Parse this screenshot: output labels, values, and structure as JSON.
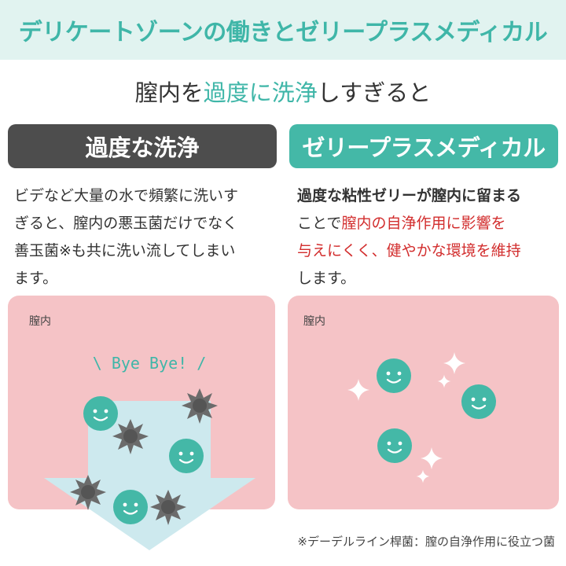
{
  "header": {
    "title": "デリケートゾーンの働きとゼリープラスメディカル"
  },
  "subtitle": {
    "prefix": "膣内を",
    "highlight": "過度に洗浄",
    "suffix": "しすぎると"
  },
  "left": {
    "label": "過度な洗浄",
    "lines": [
      "ビデなど大量の水で頻繁に洗いす",
      "ぎると、膣内の悪玉菌だけでなく",
      "善玉菌※も共に洗い流してしまい",
      "ます。"
    ],
    "panel_label": "膣内",
    "bye_text": "\\ Bye Bye! /"
  },
  "right": {
    "label": "ゼリープラスメディカル",
    "line1": "過度な粘性ゼリーが膣内に留まる",
    "line2_black": "ことで",
    "line2_red": "膣内の自浄作用に影響を",
    "line3_red": "与えにくく、健やかな環境を維持",
    "line4": "します。",
    "panel_label": "膣内"
  },
  "footnote": "※デーデルライン桿菌：膣の自浄作用に役立つ菌",
  "colors": {
    "teal": "#3fb6a8",
    "header_bg": "#e1f3f0",
    "dark_box": "#4d4d4d",
    "pink_panel": "#f5c3c6",
    "red_text": "#d22d2d",
    "arrow": "#cde9ee",
    "bad_germ": "#6b6b6b"
  }
}
